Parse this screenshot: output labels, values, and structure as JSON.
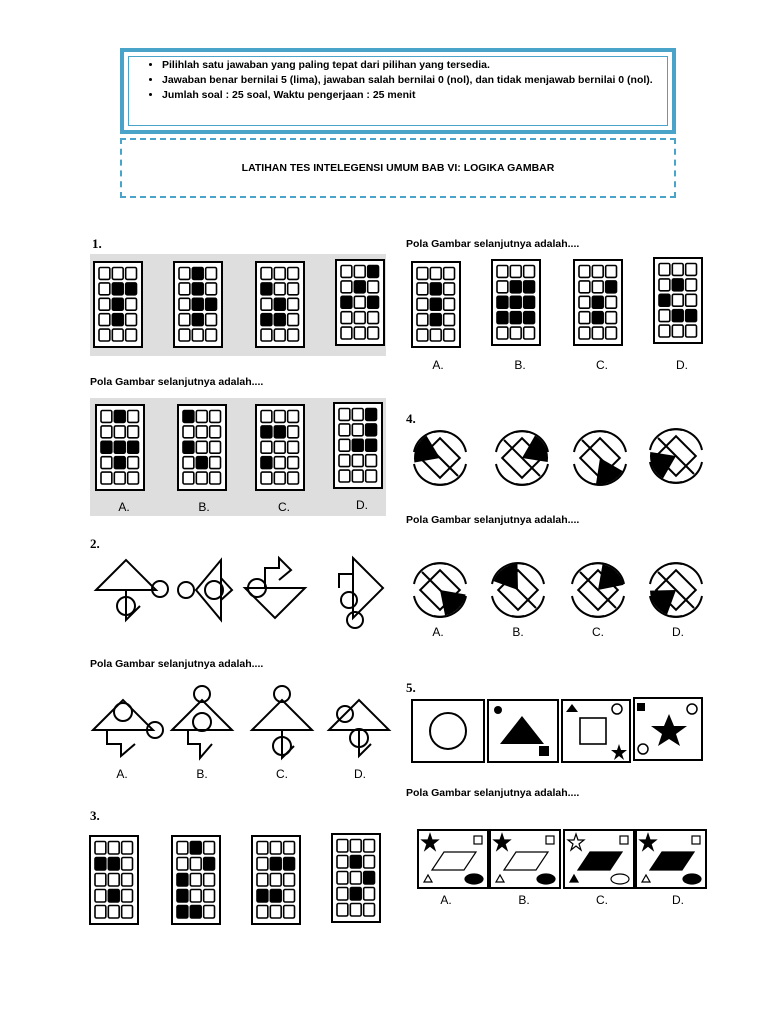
{
  "instructions": {
    "items": [
      "Pilihlah satu jawaban yang paling tepat dari pilihan yang tersedia.",
      "Jawaban benar bernilai 5 (lima), jawaban salah bernilai 0 (nol), dan tidak menjawab bernilai 0 (nol).",
      "Jumlah soal : 25 soal,  Waktu pengerjaan : 25 menit"
    ]
  },
  "title": "LATIHAN TES INTELEGENSI UMUM BAB VI: LOGIKA GAMBAR",
  "prompt": "Pola Gambar selanjutnya adalah....",
  "options": [
    "A.",
    "B.",
    "C.",
    "D."
  ],
  "questions": [
    {
      "number": "1."
    },
    {
      "number": "2."
    },
    {
      "number": "3."
    },
    {
      "number": "4."
    },
    {
      "number": "5."
    }
  ],
  "colors": {
    "accent": "#4aa3c8",
    "panel_gray": "#dedede",
    "fill": "#000000"
  }
}
